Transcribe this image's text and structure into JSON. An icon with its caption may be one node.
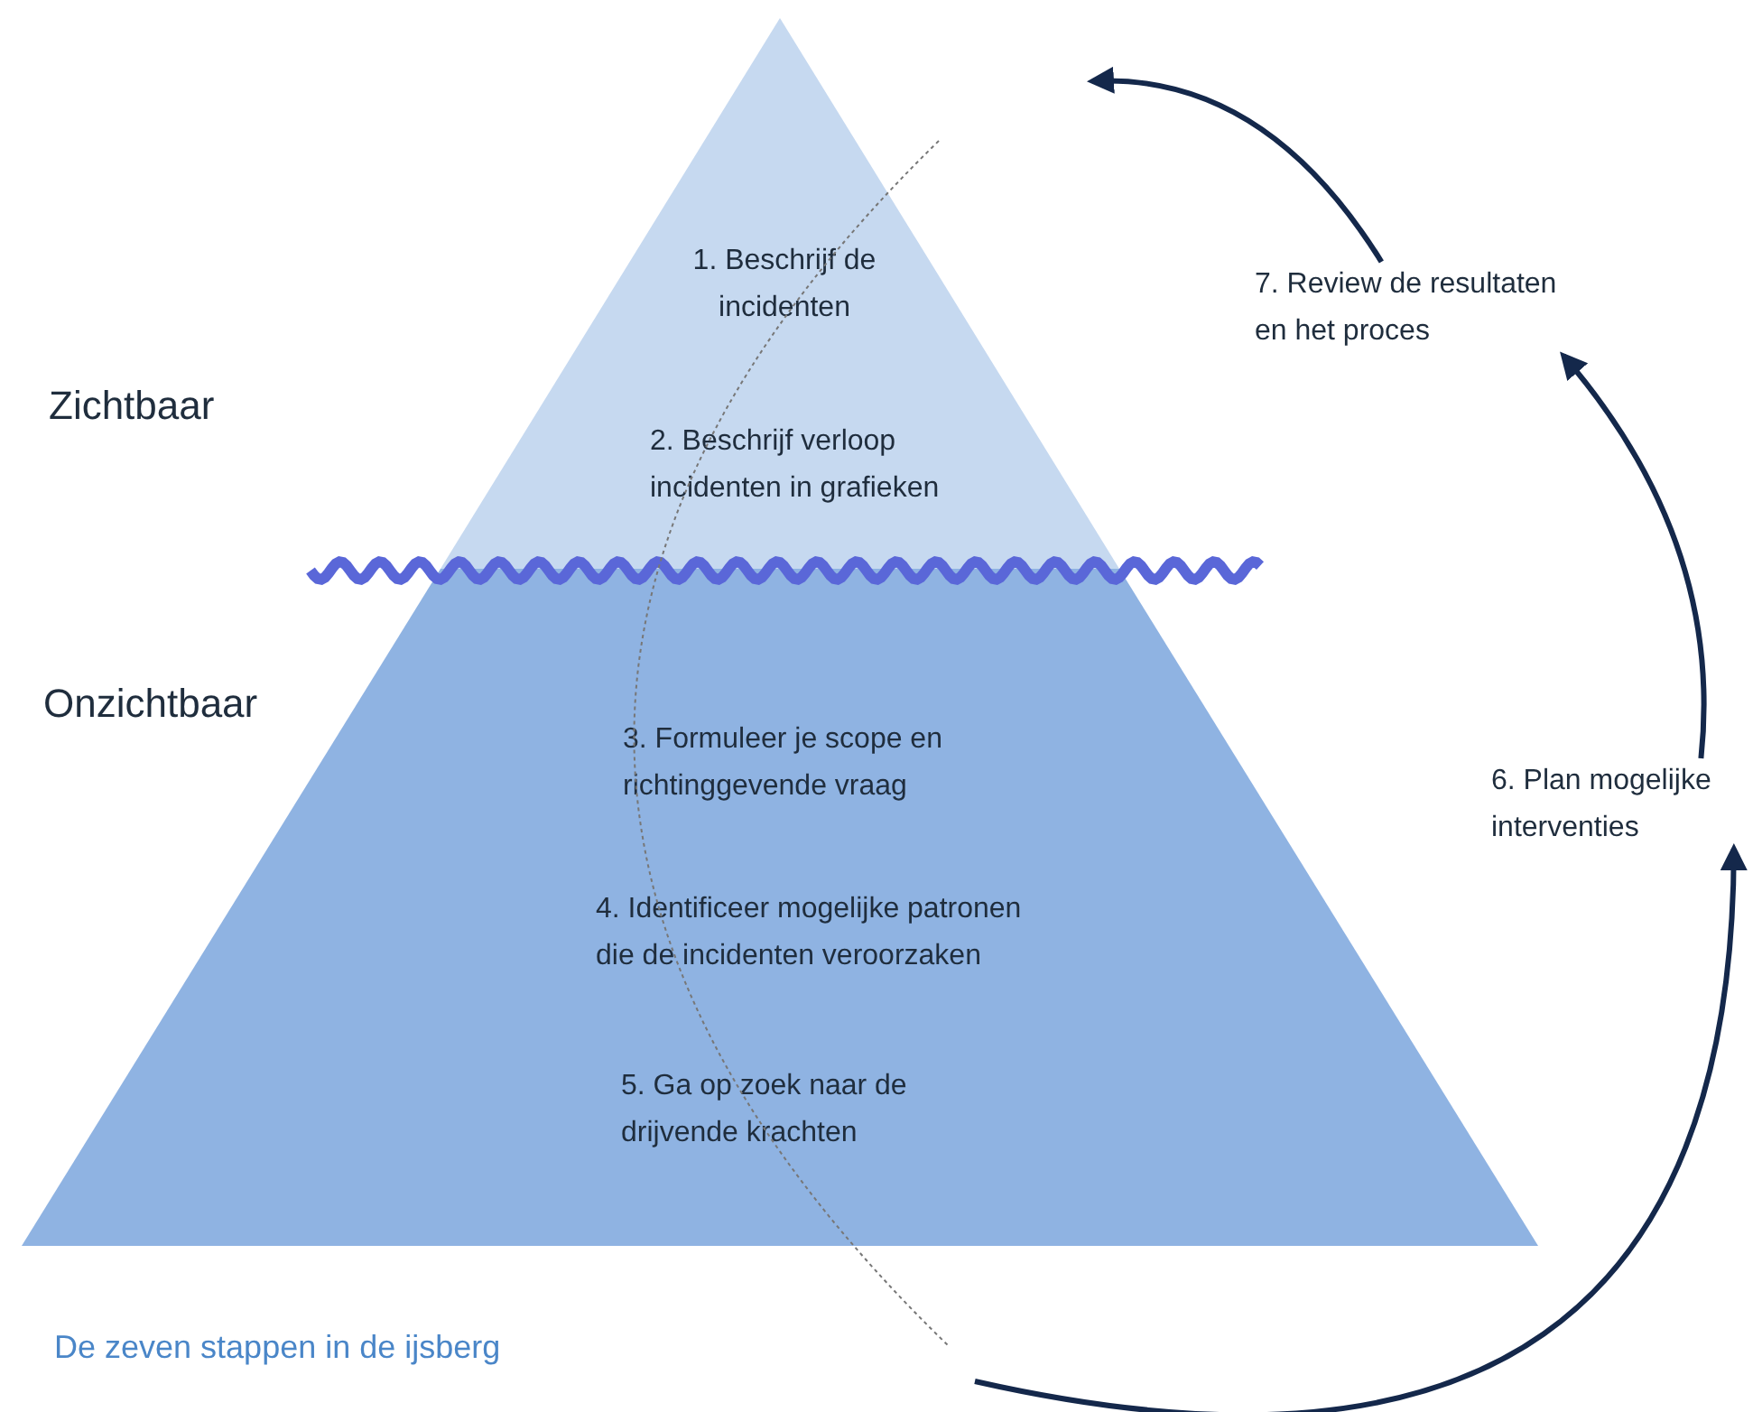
{
  "diagram": {
    "caption": "De zeven stappen in de ijsberg",
    "nodes": [
      {
        "text": [],
        "shape": "triangle"
      },
      {
        "text": [
          "1. Beschrijf de incidenten"
        ],
        "in": 0
      },
      {
        "text": [
          "2. Beschrijf verloop incidenten in grafieken"
        ],
        "in": 0
      },
      {
        "text": [],
        "shape": "trapezoid"
      },
      {
        "text": [
          "3. Formuleer je scope en richtinggevende vraag"
        ],
        "in": 3
      },
      {
        "text": [
          "4. Identificeer mogelijke patronen die de incidenten veroorzaken"
        ],
        "in": 3
      },
      {
        "text": [
          "5. Ga op zoek naar de drijvende krachten"
        ],
        "in": 3
      },
      {
        "text": [
          "6. Plan mogelijke interventies"
        ]
      },
      {
        "text": [
          "7. Review de resultaten en het proces"
        ]
      }
    ],
    "edges": [
      {
        "from": null,
        "to": 7,
        "arrow": "to"
      },
      {
        "from": 7,
        "to": 8,
        "arrow": "to"
      },
      {
        "from": 8,
        "to": null,
        "arrow": "to"
      }
    ],
    "labels": [
      "Zichtbaar",
      "Onzichtbaar"
    ]
  }
}
